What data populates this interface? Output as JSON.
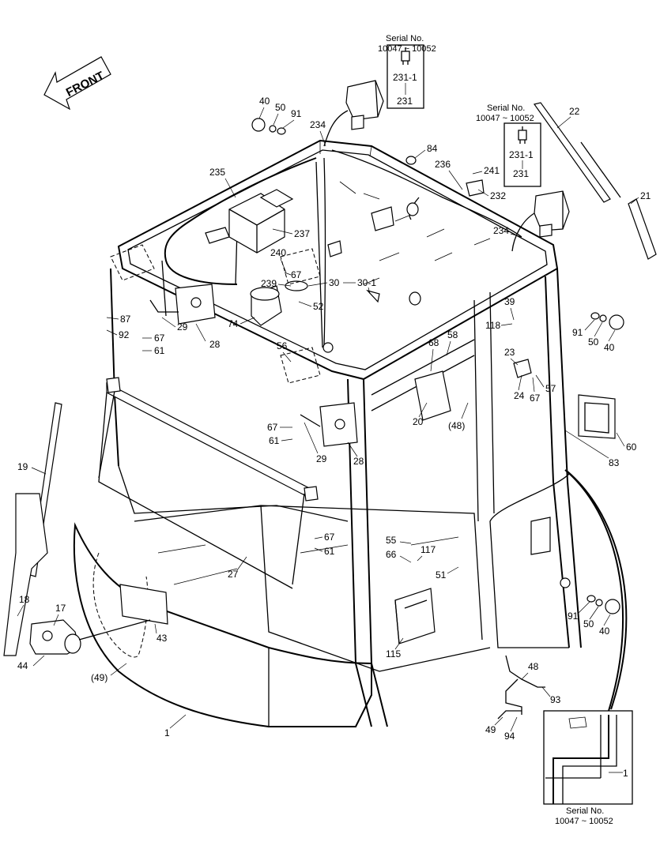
{
  "front_label": "FRONT",
  "serial_notes": [
    {
      "title": "Serial No.",
      "range": "10047 ~ 10052",
      "top_part": "231-1",
      "bottom_part": "231"
    },
    {
      "title": "Serial No.",
      "range": "10047 ~ 10052",
      "top_part": "231-1",
      "bottom_part": "231"
    },
    {
      "title": "Serial No.",
      "range": "10047 ~ 10052"
    }
  ],
  "inset_callout": "1",
  "callouts": [
    "40",
    "50",
    "91",
    "234",
    "84",
    "236",
    "241",
    "232",
    "22",
    "235",
    "237",
    "240",
    "67",
    "239",
    "30",
    "30-1",
    "52",
    "74",
    "87",
    "92",
    "29",
    "67",
    "61",
    "28",
    "56",
    "39",
    "118",
    "58",
    "68",
    "23",
    "24",
    "67",
    "57",
    "20",
    "(48)",
    "21",
    "234",
    "91",
    "50",
    "40",
    "60",
    "83",
    "67",
    "61",
    "29",
    "28",
    "19",
    "67",
    "61",
    "55",
    "117",
    "66",
    "51",
    "27",
    "18",
    "17",
    "43",
    "44",
    "(49)",
    "115",
    "1",
    "91",
    "50",
    "40",
    "48",
    "93",
    "49",
    "94"
  ],
  "colors": {
    "line": "#000000",
    "background": "#ffffff"
  }
}
